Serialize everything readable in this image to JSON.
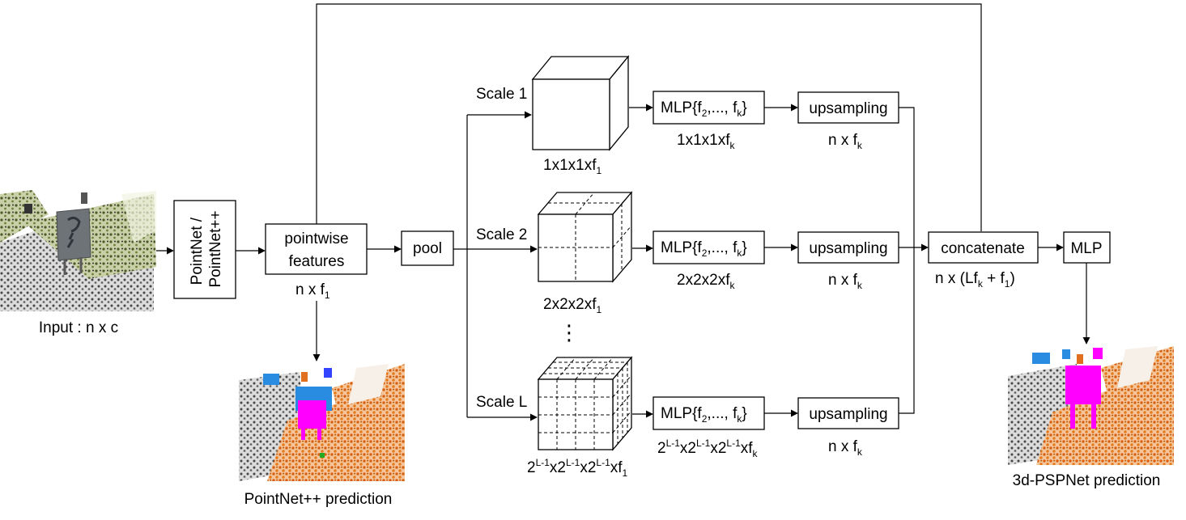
{
  "nodes": {
    "input_caption": "Input : n x c",
    "pointnet_line1": "PointNet /",
    "pointnet_line2": "PointNet++",
    "pointwise_line1": "pointwise",
    "pointwise_line2": "features",
    "pointwise_dim_base": "n x f",
    "pointwise_dim_sub": "1",
    "pool": "pool",
    "concatenate": "concatenate",
    "concat_dim_base": "n x (Lf",
    "concat_dim_sub1": "k",
    "concat_dim_mid": " + f",
    "concat_dim_sub2": "1",
    "concat_dim_end": ")",
    "mlp_final": "MLP",
    "pointnet_pred_caption": "PointNet++ prediction",
    "pspnet_pred_caption": "3d-PSPNet prediction",
    "ellipsis": "⋮"
  },
  "scales": [
    {
      "label": "Scale 1",
      "cube_dim": {
        "parts": [
          [
            "1x1x1xf",
            ""
          ],
          [
            "1",
            "sub"
          ]
        ]
      },
      "mlp": "MLP{f",
      "mlp_sub1": "2",
      "mlp_mid": ",..., f",
      "mlp_sub2": "k",
      "mlp_end": "}",
      "mlp_dim_base": "1x1x1xf",
      "mlp_dim_sub": "k",
      "upsampling": "upsampling",
      "up_dim_base": "n x f",
      "up_dim_sub": "k"
    },
    {
      "label": "Scale 2",
      "cube_dim_base": "2x2x2xf",
      "cube_dim_sub": "1",
      "mlp": "MLP{f",
      "mlp_sub1": "2",
      "mlp_mid": ",..., f",
      "mlp_sub2": "k",
      "mlp_end": "}",
      "mlp_dim_base": "2x2x2xf",
      "mlp_dim_sub": "k",
      "upsampling": "upsampling",
      "up_dim_base": "n x f",
      "up_dim_sub": "k"
    },
    {
      "label": "Scale L",
      "cube_dim_parts": [
        "2",
        "L-1",
        "x2",
        "L-1",
        "x2",
        "L-1",
        "xf",
        "1"
      ],
      "mlp": "MLP{f",
      "mlp_sub1": "2",
      "mlp_mid": ",..., f",
      "mlp_sub2": "k",
      "mlp_end": "}",
      "mlp_dim_parts": [
        "2",
        "L-1",
        "x2",
        "L-1",
        "x2",
        "L-1",
        "xf",
        "k"
      ],
      "upsampling": "upsampling",
      "up_dim_base": "n x f",
      "up_dim_sub": "k"
    }
  ],
  "scale1_cube_dim_base": "1x1x1xf",
  "scale1_cube_dim_sub": "1",
  "colors": {
    "ground_green": "#8a9a55",
    "ground_orange": "#e07020",
    "points_gray": "#555555",
    "sign_gray": "#6e7378",
    "pred_magenta": "#ff00ff",
    "pred_blue": "#2a8ce0"
  }
}
